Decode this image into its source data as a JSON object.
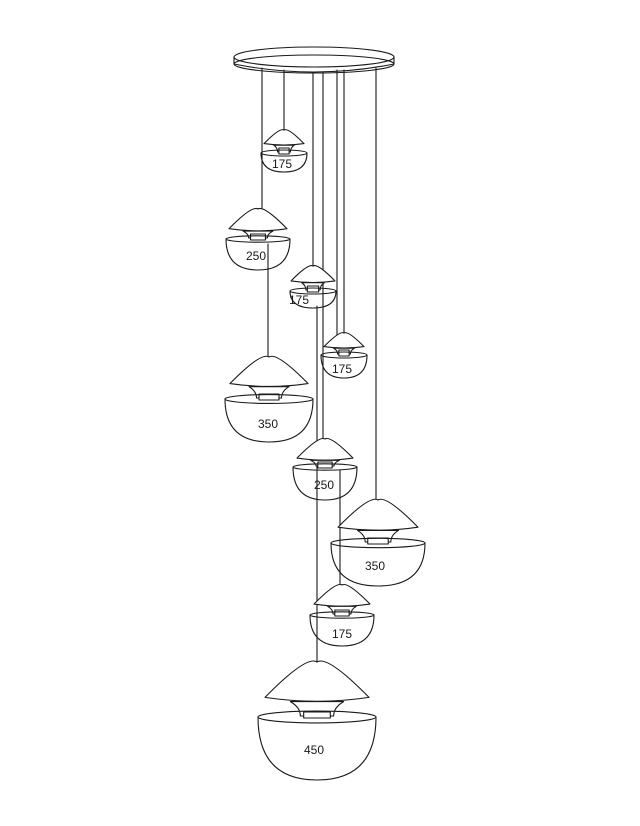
{
  "lamps": [
    {
      "size_label": "175"
    },
    {
      "size_label": "250"
    },
    {
      "size_label": "175"
    },
    {
      "size_label": "175"
    },
    {
      "size_label": "350"
    },
    {
      "size_label": "250"
    },
    {
      "size_label": "350"
    },
    {
      "size_label": "175"
    },
    {
      "size_label": "450"
    }
  ]
}
